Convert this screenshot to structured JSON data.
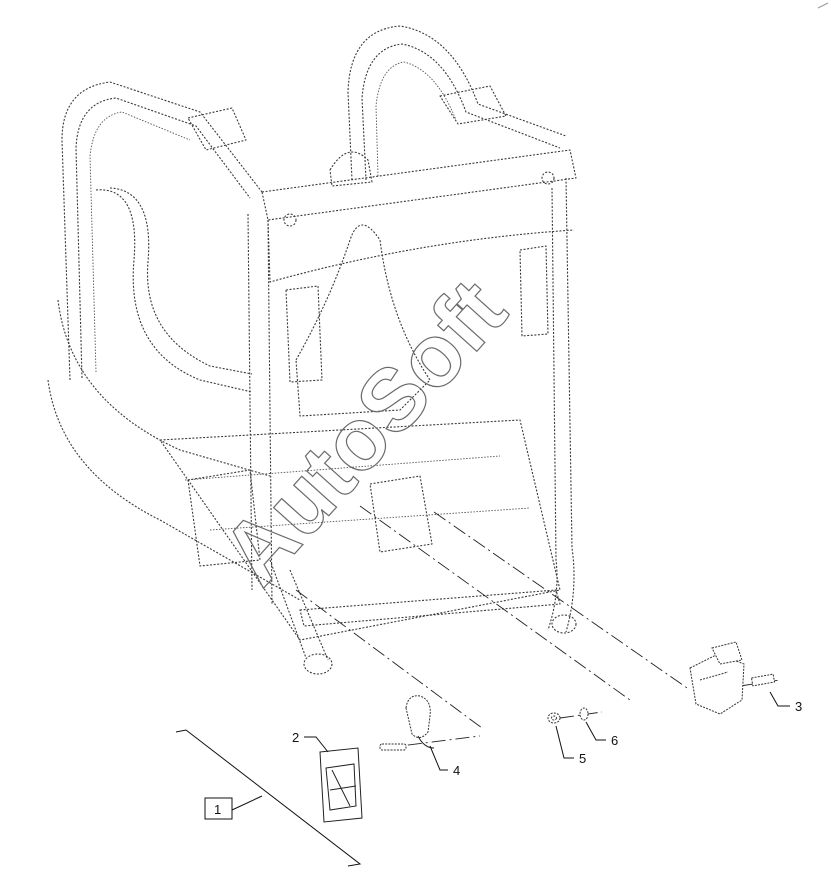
{
  "callouts": {
    "c1": "1",
    "c2": "2",
    "c3": "3",
    "c4": "4",
    "c5": "5",
    "c6": "6"
  },
  "watermark": "AutoSoft"
}
